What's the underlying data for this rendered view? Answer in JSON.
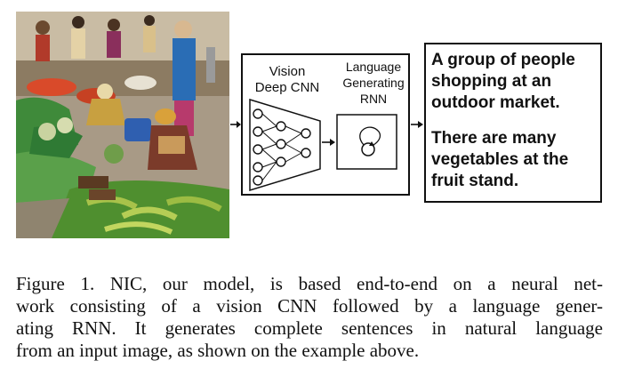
{
  "figure": {
    "model": {
      "vision_label_line1": "Vision",
      "vision_label_line2": "Deep CNN",
      "language_label_line1": "Language",
      "language_label_line2": "Generating",
      "language_label_line3": "RNN"
    },
    "output_captions": [
      "A group of people\nshopping at an\noutdoor market.",
      "There are many\nvegetables at the\nfruit stand."
    ],
    "photo_description_icon": "market-photo"
  },
  "caption": {
    "line1": "Figure 1.   NIC, our model, is based end-to-end on a neural net-",
    "line2": "work consisting of a vision CNN followed by a language gener-",
    "line3": "ating RNN. It generates complete sentences in natural language",
    "line4": "from an input image, as shown on the example above."
  }
}
